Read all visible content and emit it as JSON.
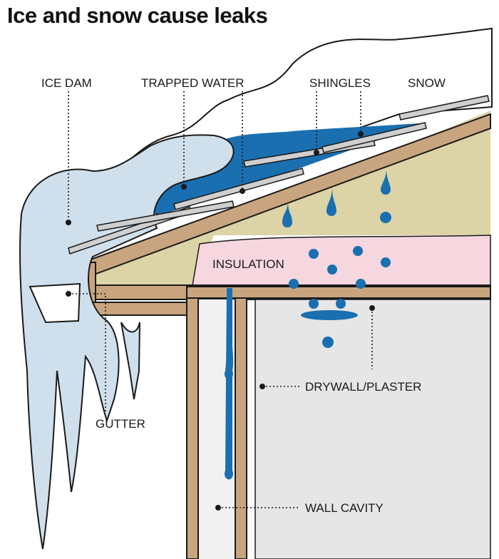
{
  "title": "Ice and snow cause leaks",
  "labels": {
    "ice_dam": "ICE DAM",
    "trapped_water": "TRAPPED WATER",
    "shingles": "SHINGLES",
    "snow": "SNOW",
    "insulation": "INSULATION",
    "gutter": "GUTTER",
    "drywall": "DRYWALL/PLASTER",
    "wall_cavity": "WALL CAVITY"
  },
  "colors": {
    "water": "#1a6fb0",
    "ice": "#cfe0ec",
    "wood": "#c9a57f",
    "attic": "#dcd4a6",
    "insulation": "#f6d7df",
    "drywall": "#e6e6e6",
    "outline": "#1a1a1a"
  }
}
